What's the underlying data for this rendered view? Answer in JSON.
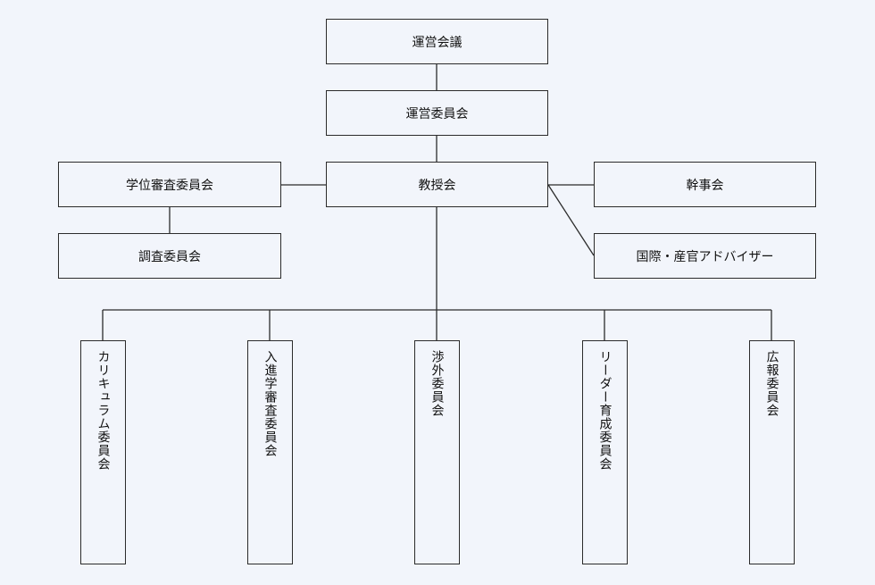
{
  "nodes": {
    "operations_meeting": "運営会議",
    "operations_committee": "運営委員会",
    "faculty_council": "教授会",
    "degree_review_committee": "学位審査委員会",
    "investigation_committee": "調査委員会",
    "secretariat": "幹事会",
    "international_adviser": "国際・産官アドバイザー",
    "curriculum_committee": "カリキュラム委員会",
    "admissions_committee": "入進学審査委員会",
    "external_affairs_committee": "渉外委員会",
    "leader_development_committee": "リーダー育成委員会",
    "public_relations_committee": "広報委員会"
  }
}
